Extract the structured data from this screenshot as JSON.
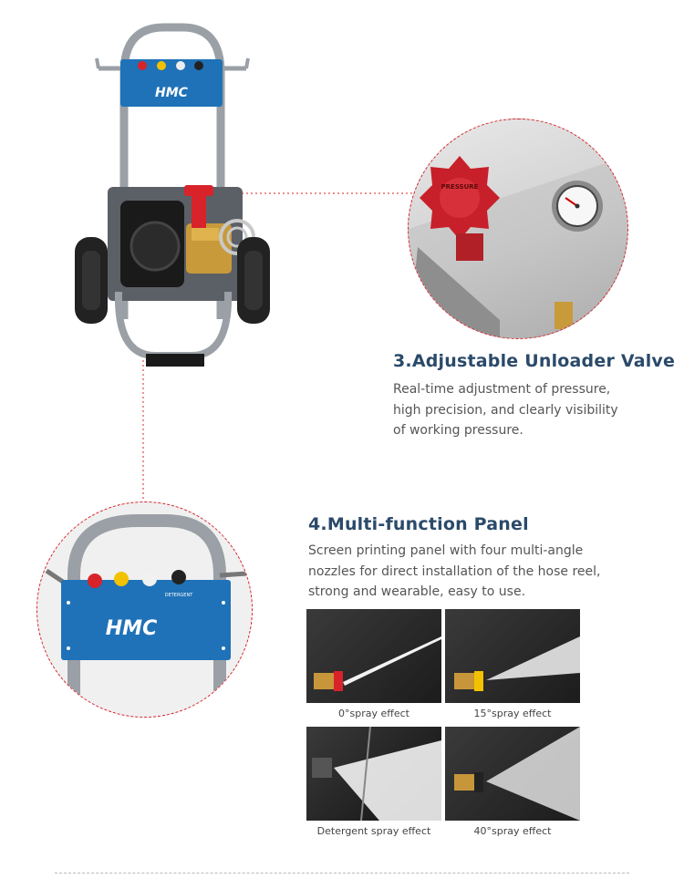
{
  "section3": {
    "title": "3.Adjustable Unloader Valve",
    "description_lines": [
      "Real-time adjustment of pressure,",
      "high precision, and clearly visibility",
      "of working pressure."
    ],
    "knob_label": "PRESSURE"
  },
  "section4": {
    "title": "4.Multi-function Panel",
    "description_lines": [
      "Screen printing panel with four multi-angle",
      "nozzles for direct installation of the hose reel,",
      "strong and wearable, easy to use."
    ],
    "panel_label": "DETERGENT"
  },
  "brand": {
    "logo_text": "HMC",
    "panel_color": "#1f72b8",
    "accent_red": "#d8232a"
  },
  "spray_effects": [
    {
      "caption": "0°spray effect"
    },
    {
      "caption": "15°spray effect"
    },
    {
      "caption": "Detergent spray effect"
    },
    {
      "caption": "40°spray effect"
    }
  ]
}
